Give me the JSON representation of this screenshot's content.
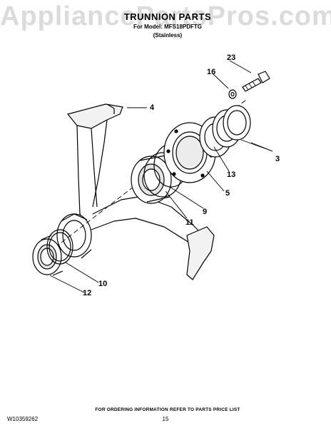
{
  "watermark": "AppliancePartsPros.com",
  "header": {
    "title": "TRUNNION PARTS",
    "model_line": "For Model: MFS18PDFTG",
    "finish": "(Stainless)"
  },
  "callouts": {
    "c23": "23",
    "c16": "16",
    "c4": "4",
    "c3": "3",
    "c13": "13",
    "c5": "5",
    "c9": "9",
    "c11": "11",
    "c10": "10",
    "c12": "12"
  },
  "footer": {
    "ordering_note": "FOR ORDERING INFORMATION REFER TO PARTS PRICE LIST",
    "doc_number": "W10359262",
    "page_number": "15"
  }
}
